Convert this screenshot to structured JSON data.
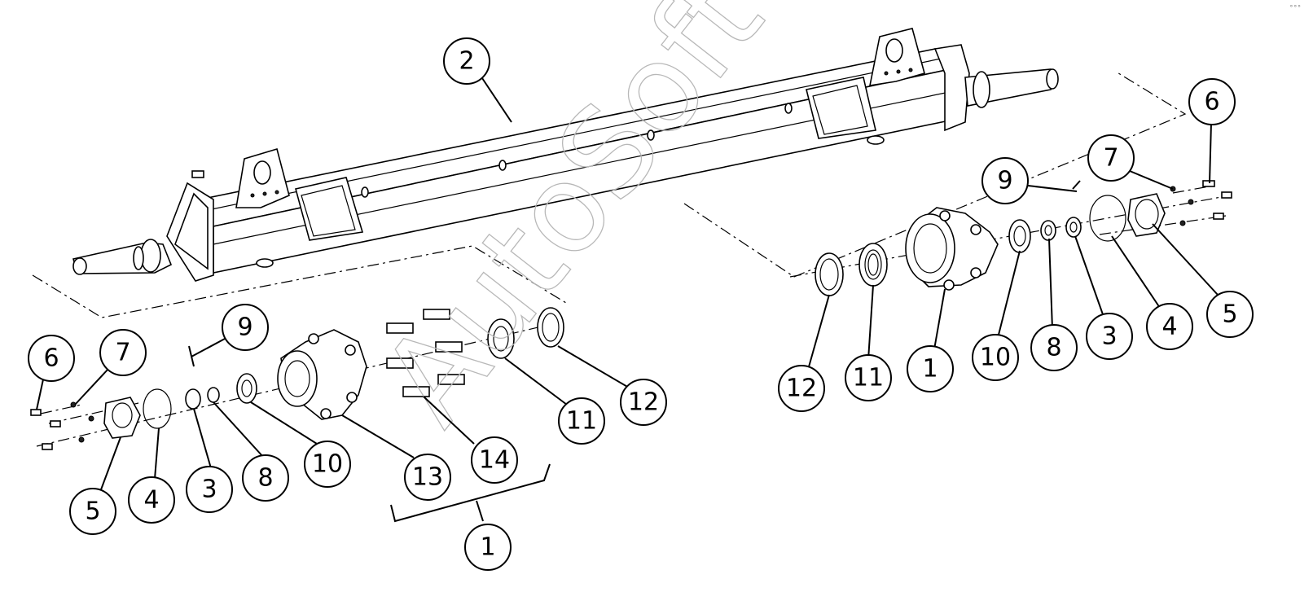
{
  "diagram": {
    "watermark": "AutoSoft",
    "corner_mark": "°°°",
    "callouts": [
      {
        "id": "c2",
        "label": "2"
      },
      {
        "id": "c6r",
        "label": "6"
      },
      {
        "id": "c7r",
        "label": "7"
      },
      {
        "id": "c9r",
        "label": "9"
      },
      {
        "id": "c5r",
        "label": "5"
      },
      {
        "id": "c4r",
        "label": "4"
      },
      {
        "id": "c3r",
        "label": "3"
      },
      {
        "id": "c8r",
        "label": "8"
      },
      {
        "id": "c10r",
        "label": "10"
      },
      {
        "id": "c1r",
        "label": "1"
      },
      {
        "id": "c11r",
        "label": "11"
      },
      {
        "id": "c12r",
        "label": "12"
      },
      {
        "id": "c6l",
        "label": "6"
      },
      {
        "id": "c7l",
        "label": "7"
      },
      {
        "id": "c9l",
        "label": "9"
      },
      {
        "id": "c5l",
        "label": "5"
      },
      {
        "id": "c4l",
        "label": "4"
      },
      {
        "id": "c3l",
        "label": "3"
      },
      {
        "id": "c8l",
        "label": "8"
      },
      {
        "id": "c10l",
        "label": "10"
      },
      {
        "id": "c13l",
        "label": "13"
      },
      {
        "id": "c14l",
        "label": "14"
      },
      {
        "id": "c11l",
        "label": "11"
      },
      {
        "id": "c12l",
        "label": "12"
      },
      {
        "id": "c1l",
        "label": "1"
      }
    ]
  }
}
